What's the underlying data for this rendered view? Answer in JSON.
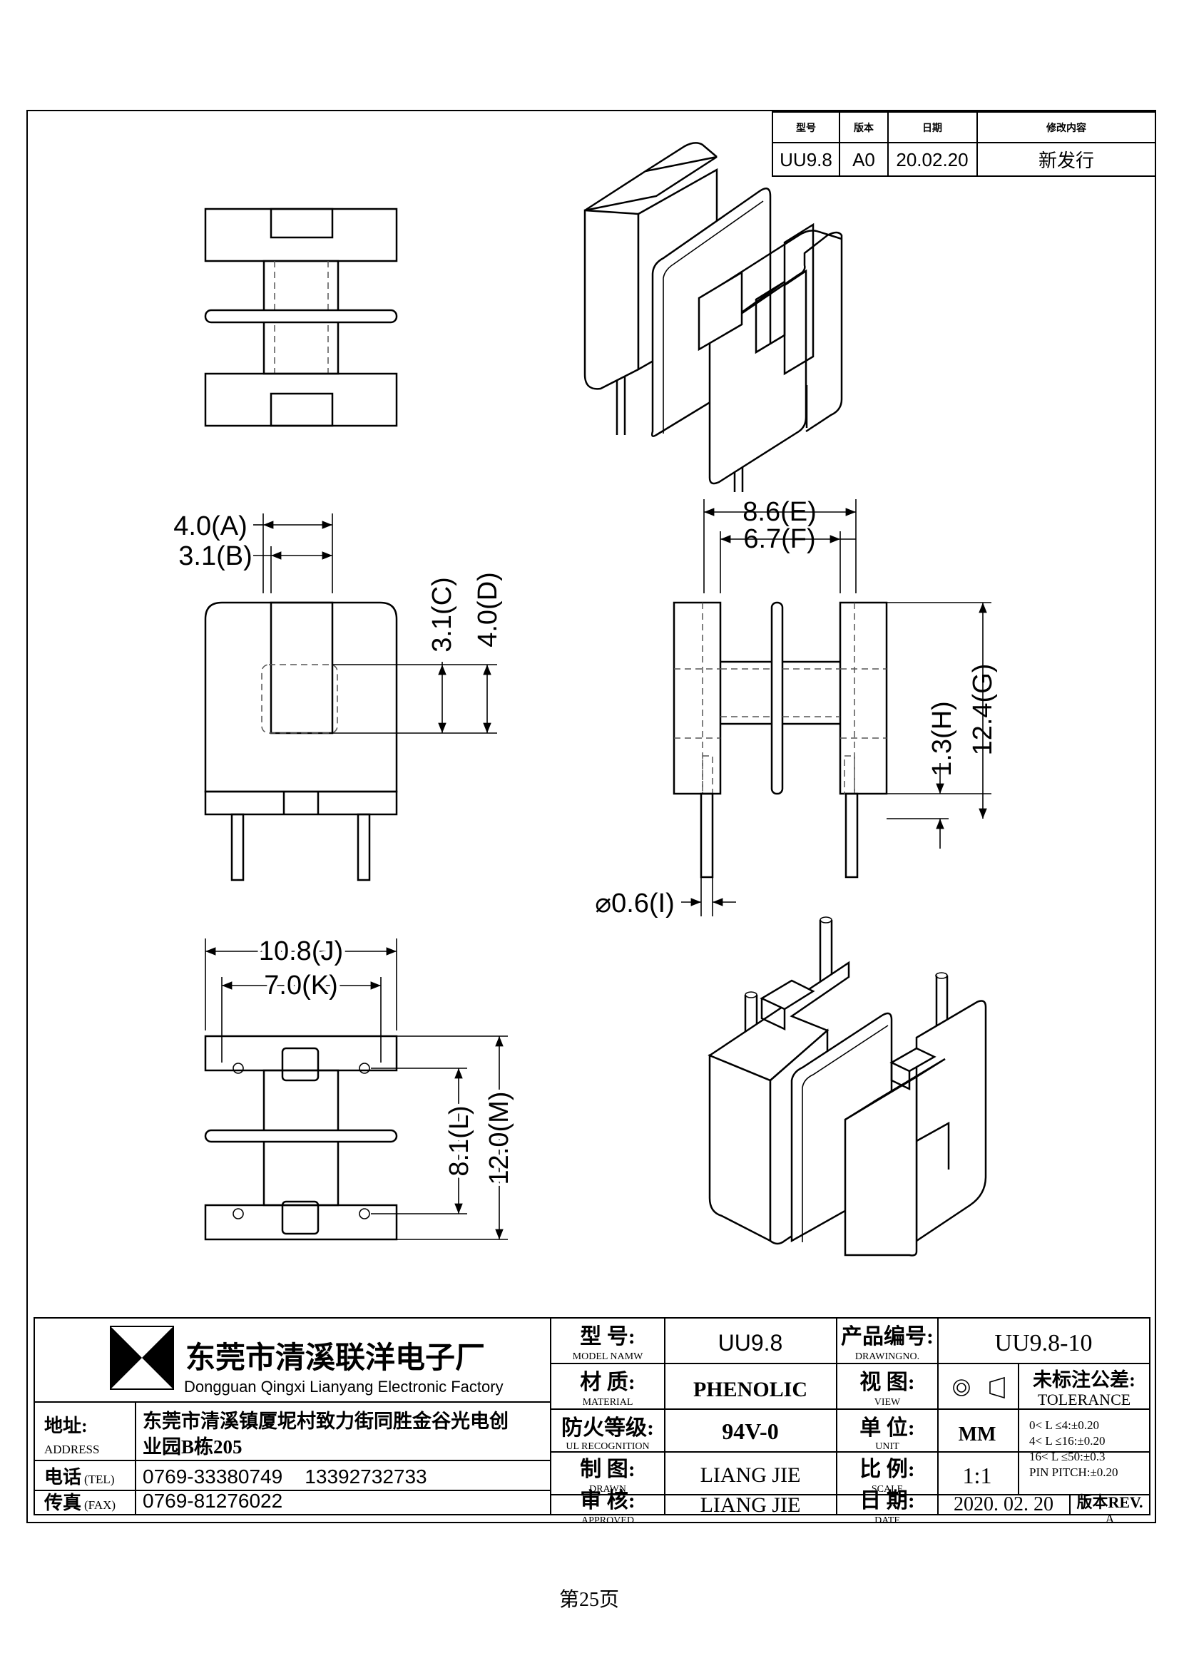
{
  "revision_table": {
    "headers": [
      "型号",
      "版本",
      "日期",
      "修改内容"
    ],
    "row": [
      "UU9.8",
      "A0",
      "20.02.20",
      "新发行"
    ]
  },
  "dimensions": {
    "A": "4.0(A)",
    "B": "3.1(B)",
    "C": "3.1(C)",
    "D": "4.0(D)",
    "E": "8.6(E)",
    "F": "6.7(F)",
    "G": "12.4(G)",
    "H": "1.3(H)",
    "I": "⌀0.6(I)",
    "J": "10.8(J)",
    "K": "7.0(K)",
    "L": "8.1(L)",
    "M": "12.0(M)"
  },
  "title_block": {
    "company_cn": "东莞市清溪联洋电子厂",
    "company_en": "Dongguan Qingxi Lianyang Electronic Factory",
    "address_label_cn": "地址:",
    "address_label_en": "ADDRESS",
    "address_line1": "东莞市清溪镇厦坭村致力街同胜金谷光电创",
    "address_line2": "业园B栋205",
    "tel_label_cn": "电话",
    "tel_label_en": "(TEL)",
    "tel_value": "0769-33380749    13392732733",
    "fax_label_cn": "传真",
    "fax_label_en": "(FAX)",
    "fax_value": "0769-81276022",
    "model_label_cn": "型  号:",
    "model_label_en": "MODEL NAMW",
    "model_value": "UU9.8",
    "material_label_cn": "材  质:",
    "material_label_en": "MATERIAL",
    "material_value": "PHENOLIC",
    "ul_label_cn": "防火等级:",
    "ul_label_en": "UL RECOGNITION",
    "ul_value": "94V-0",
    "drawn_label_cn": "制  图:",
    "drawn_label_en": "DRAWN",
    "drawn_value": "LIANG JIE",
    "approved_label_cn": "审  核:",
    "approved_label_en": "APPROVED",
    "approved_value": "LIANG JIE",
    "drawing_no_label_cn": "产品编号:",
    "drawing_no_label_en": "DRAWINGNO.",
    "drawing_no_value": "UU9.8-10",
    "view_label_cn": "视  图:",
    "view_label_en": "VIEW",
    "unit_label_cn": "单  位:",
    "unit_label_en": "UNIT",
    "unit_value": "MM",
    "scale_label_cn": "比  例:",
    "scale_label_en": "SCALE",
    "scale_value": "1:1",
    "date_label_cn": "日  期:",
    "date_label_en": "DATE",
    "date_value": "2020. 02. 20",
    "tolerance_title_cn": "未标注公差:",
    "tolerance_title_en": "TOLERANCE",
    "tolerance_lines": [
      "0< L ≤4:±0.20",
      "4< L ≤16:±0.20",
      "16< L ≤50:±0.3",
      "PIN PITCH:±0.20"
    ],
    "rev_label": "版本REV.",
    "rev_value": "A"
  },
  "page_number": "第25页"
}
